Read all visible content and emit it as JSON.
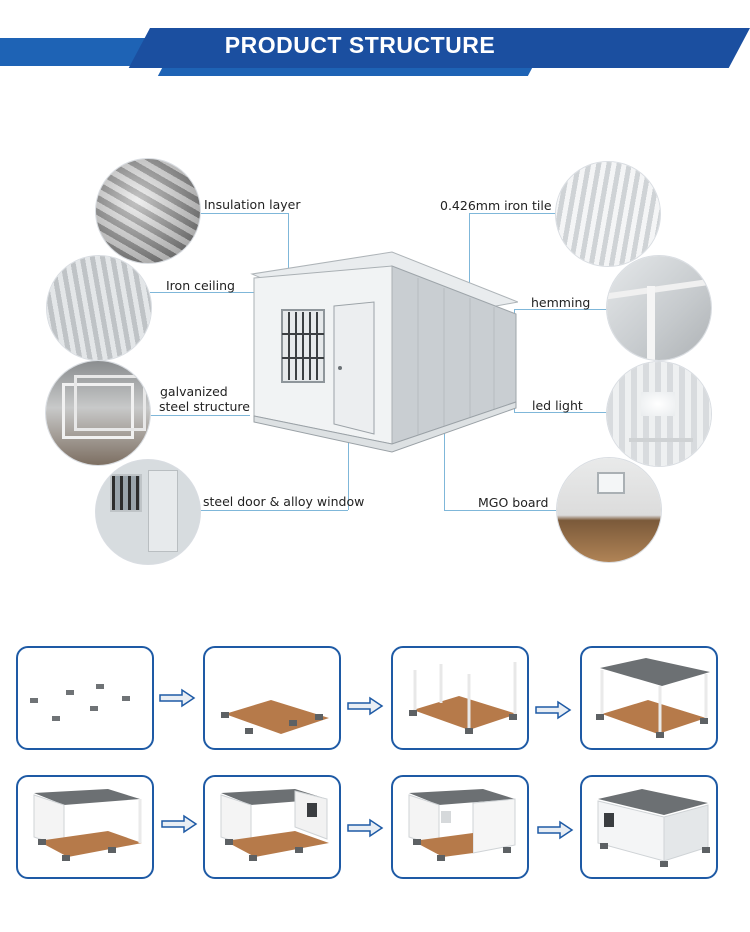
{
  "banner": {
    "title": "PRODUCT STRUCTURE"
  },
  "colors": {
    "brand_blue": "#1b4fa0",
    "accent_blue": "#1e63b5",
    "leader_line": "#7fb7d9",
    "step_border": "#1e5aa5"
  },
  "callouts": {
    "insulation_layer": "Insulation layer",
    "iron_ceiling": "Iron ceiling",
    "galvanized_line1": "galvanized",
    "galvanized_line2": "steel structure",
    "steel_door_window": "steel door & alloy window",
    "iron_tile": "0.426mm iron tile",
    "hemming": "hemming",
    "led_light": "led light",
    "mgo_board": "MGO board"
  },
  "assembly_steps": [
    {
      "name": "step-1-foundation-blocks"
    },
    {
      "name": "step-2-floor-panel"
    },
    {
      "name": "step-3-corner-columns"
    },
    {
      "name": "step-4-roof-panel"
    },
    {
      "name": "step-5-back-wall"
    },
    {
      "name": "step-6-side-wall"
    },
    {
      "name": "step-7-front-wall"
    },
    {
      "name": "step-8-finished-house"
    }
  ],
  "icons": {
    "arrow": "right-arrow-icon"
  }
}
